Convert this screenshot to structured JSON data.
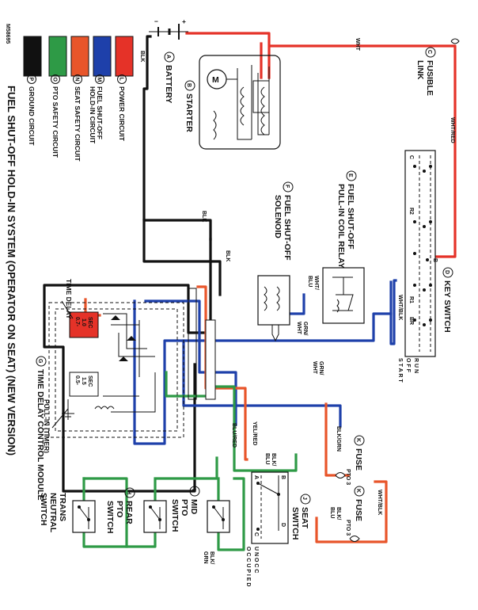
{
  "doc_id": "M58695",
  "title": "FUEL SHUT-OFF HOLD-IN SYSTEM (OPERATOR ON SEAT) (NEW VERSION)",
  "legend": [
    {
      "letter": "L",
      "label": "POWER CIRCUIT",
      "color": "#e53228"
    },
    {
      "letter": "M",
      "label": "FUEL SHUT-OFF",
      "label2": "HOLD-IN CIRCUIT",
      "color": "#1e40aa"
    },
    {
      "letter": "N",
      "label": "SEAT SAFETY CIRCUIT",
      "color": "#e8552a"
    },
    {
      "letter": "O",
      "label": "PTO SAFETY CIRCUIT",
      "color": "#2e9a46"
    },
    {
      "letter": "P",
      "label": "GROUND CIRCUIT",
      "color": "#111111"
    }
  ],
  "components": {
    "battery": {
      "letter": "A",
      "label": "BATTERY",
      "minus": "−",
      "plus": "+"
    },
    "starter": {
      "letter": "B",
      "label": "STARTER",
      "motor": "M"
    },
    "fusible_link": {
      "letter": "C",
      "label": "FUSIBLE",
      "label2": "LINK"
    },
    "key_switch": {
      "letter": "D",
      "label": "KEY SWITCH",
      "terminals": [
        "C",
        "R2",
        "B",
        "R1",
        "BR"
      ],
      "positions": "S T A R T",
      "positions2": "O F F",
      "positions3": "R U N"
    },
    "relay": {
      "letter": "E",
      "label": "FUEL SHUT-OFF",
      "label2": "PULL-IN COIL RELAY"
    },
    "solenoid": {
      "letter": "F",
      "label": "FUEL SHUT-OFF",
      "label2": "SOLENOID"
    },
    "time_delay_module": {
      "letter": "G",
      "label": "TIME DELAY CONTROL MODULE",
      "time_delay": "TIME DELAY",
      "pull_in": "PULL-IN (TIMER)",
      "t1_a": "0.7-",
      "t1_b": "1.0",
      "t1_c": "SEC",
      "t2_a": "0.5-",
      "t2_b": "1.5",
      "t2_c": "SEC"
    },
    "rear_pto": {
      "letter": "H",
      "label": "REAR",
      "label2": "PTO",
      "label3": "SWITCH"
    },
    "mid_pto": {
      "letter": "I",
      "label": "MID",
      "label2": "PTO",
      "label3": "SWITCH"
    },
    "seat_switch": {
      "letter": "J",
      "label": "SEAT",
      "label2": "SWITCH",
      "a": "A",
      "b": "B",
      "c": "C",
      "d": "D",
      "states": "O C C U P I E D",
      "states2": "U N O C C"
    },
    "fuse_1": {
      "letter": "K",
      "label": "FUSE",
      "rating": "PTO 3"
    },
    "fuse_2": {
      "letter": "K",
      "label": "FUSE",
      "rating": "PTO 3"
    },
    "trans_neutral": {
      "label": "TRANS",
      "label2": "NEUTRAL",
      "label3": "SWITCH"
    }
  },
  "wire_labels": {
    "blk_batt": "BLK",
    "wht": "WHT",
    "wht_red": "WHT/RED",
    "blk1": "BLK",
    "blk2": "BLK",
    "wht_blu": "WHT/",
    "wht_blu2": "BLU",
    "grn_wht": "GRN/",
    "grn_wht2": "WHT",
    "grn_wht3": "GRN/",
    "grn_wht4": "WHT",
    "wht_blk": "WHT/BLK",
    "blk_grn": "BLK/GRN",
    "blu_red": "BLU/RED",
    "yel_red": "YEL/RED",
    "blk_blu": "BLK/",
    "blk_blu2": "BLU",
    "blk_blu3": "BLK/",
    "blk_blu4": "BLU",
    "wht_blk2": "WHT/BLK",
    "blk_grn2": "BLK/",
    "blk_grn3": "GRN"
  }
}
